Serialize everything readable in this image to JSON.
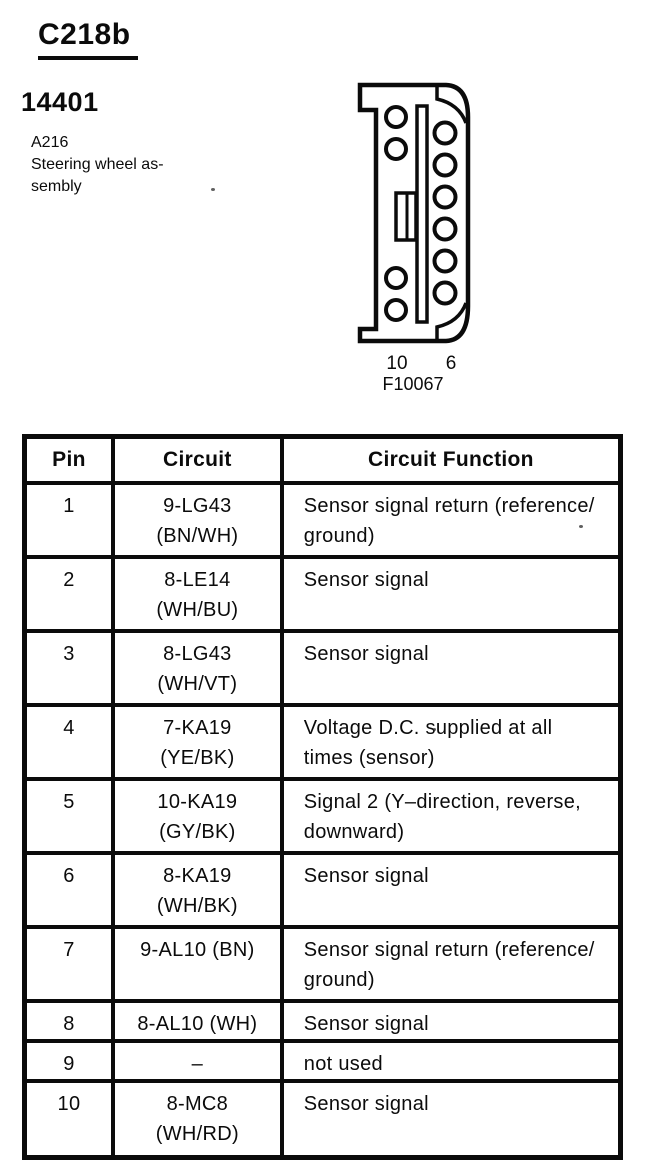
{
  "header": {
    "connector_id": "C218b",
    "part_number": "14401",
    "component": {
      "code": "A216",
      "name_line1": "Steering wheel as-",
      "name_line2": "sembly"
    }
  },
  "diagram": {
    "left_column_pin_label": "10",
    "right_column_pin_label": "6",
    "figure_id": "F10067"
  },
  "pin_table": {
    "headers": [
      "Pin",
      "Circuit",
      "Circuit Function"
    ],
    "rows": [
      {
        "pin": "1",
        "circuit_lines": [
          "9-LG43",
          "(BN/WH)"
        ],
        "function_lines": [
          "Sensor signal return (reference/",
          "ground)"
        ]
      },
      {
        "pin": "2",
        "circuit_lines": [
          "8-LE14",
          "(WH/BU)"
        ],
        "function_lines": [
          "Sensor signal"
        ]
      },
      {
        "pin": "3",
        "circuit_lines": [
          "8-LG43",
          "(WH/VT)"
        ],
        "function_lines": [
          "Sensor signal"
        ]
      },
      {
        "pin": "4",
        "circuit_lines": [
          "7-KA19",
          "(YE/BK)"
        ],
        "function_lines": [
          "Voltage D.C. supplied at all",
          "times (sensor)"
        ]
      },
      {
        "pin": "5",
        "circuit_lines": [
          "10-KA19",
          "(GY/BK)"
        ],
        "function_lines": [
          "Signal 2 (Y–direction, reverse,",
          "downward)"
        ]
      },
      {
        "pin": "6",
        "circuit_lines": [
          "8-KA19",
          "(WH/BK)"
        ],
        "function_lines": [
          "Sensor signal"
        ]
      },
      {
        "pin": "7",
        "circuit_lines": [
          "9-AL10 (BN)"
        ],
        "function_lines": [
          "Sensor signal return (reference/",
          "ground)"
        ]
      },
      {
        "pin": "8",
        "circuit_lines": [
          "8-AL10 (WH)"
        ],
        "function_lines": [
          "Sensor signal"
        ]
      },
      {
        "pin": "9",
        "circuit_lines": [
          "–"
        ],
        "function_lines": [
          "not used"
        ]
      },
      {
        "pin": "10",
        "circuit_lines": [
          "8-MC8",
          "(WH/RD)"
        ],
        "function_lines": [
          "Sensor signal"
        ]
      }
    ]
  },
  "colors": {
    "ink": "#0b0b0b",
    "paper": "#ffffff"
  }
}
